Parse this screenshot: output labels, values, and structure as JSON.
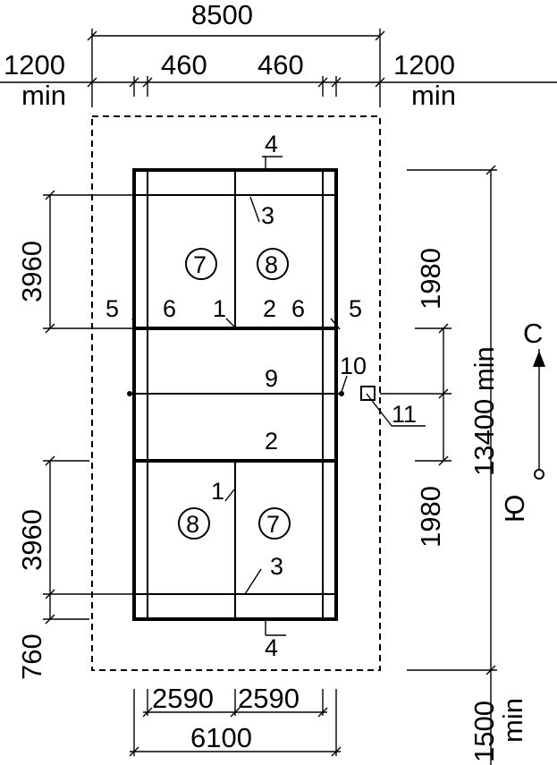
{
  "dimensions": {
    "top_total": "8500",
    "side_left": "1200",
    "side_left_min": "min",
    "side_right": "1200",
    "side_right_min": "min",
    "inner_left": "460",
    "inner_right": "460",
    "left_top_span": "3960",
    "left_bottom_span": "3960",
    "left_edge": "760",
    "right_top_span": "1980",
    "right_bottom_span": "1980",
    "right_total": "13400 min",
    "bottom_right": "1500",
    "bottom_right_min": "min",
    "bottom_left_half": "2590",
    "bottom_right_half": "2590",
    "bottom_total": "6100"
  },
  "labels": {
    "l1_top": "1",
    "l1_bottom": "1",
    "l2_top": "2",
    "l2_mid": "2",
    "l3_top": "3",
    "l3_bottom": "3",
    "l4_top": "4",
    "l4_bottom": "4",
    "l5_left": "5",
    "l5_right": "5",
    "l6_left": "6",
    "l6_right": "6",
    "l9": "9",
    "l10": "10",
    "l11": "11"
  },
  "circled": {
    "c7_top": "7",
    "c8_top": "8",
    "c8_bottom": "8",
    "c7_bottom": "7"
  },
  "compass": {
    "north": "С",
    "south": "Ю"
  }
}
